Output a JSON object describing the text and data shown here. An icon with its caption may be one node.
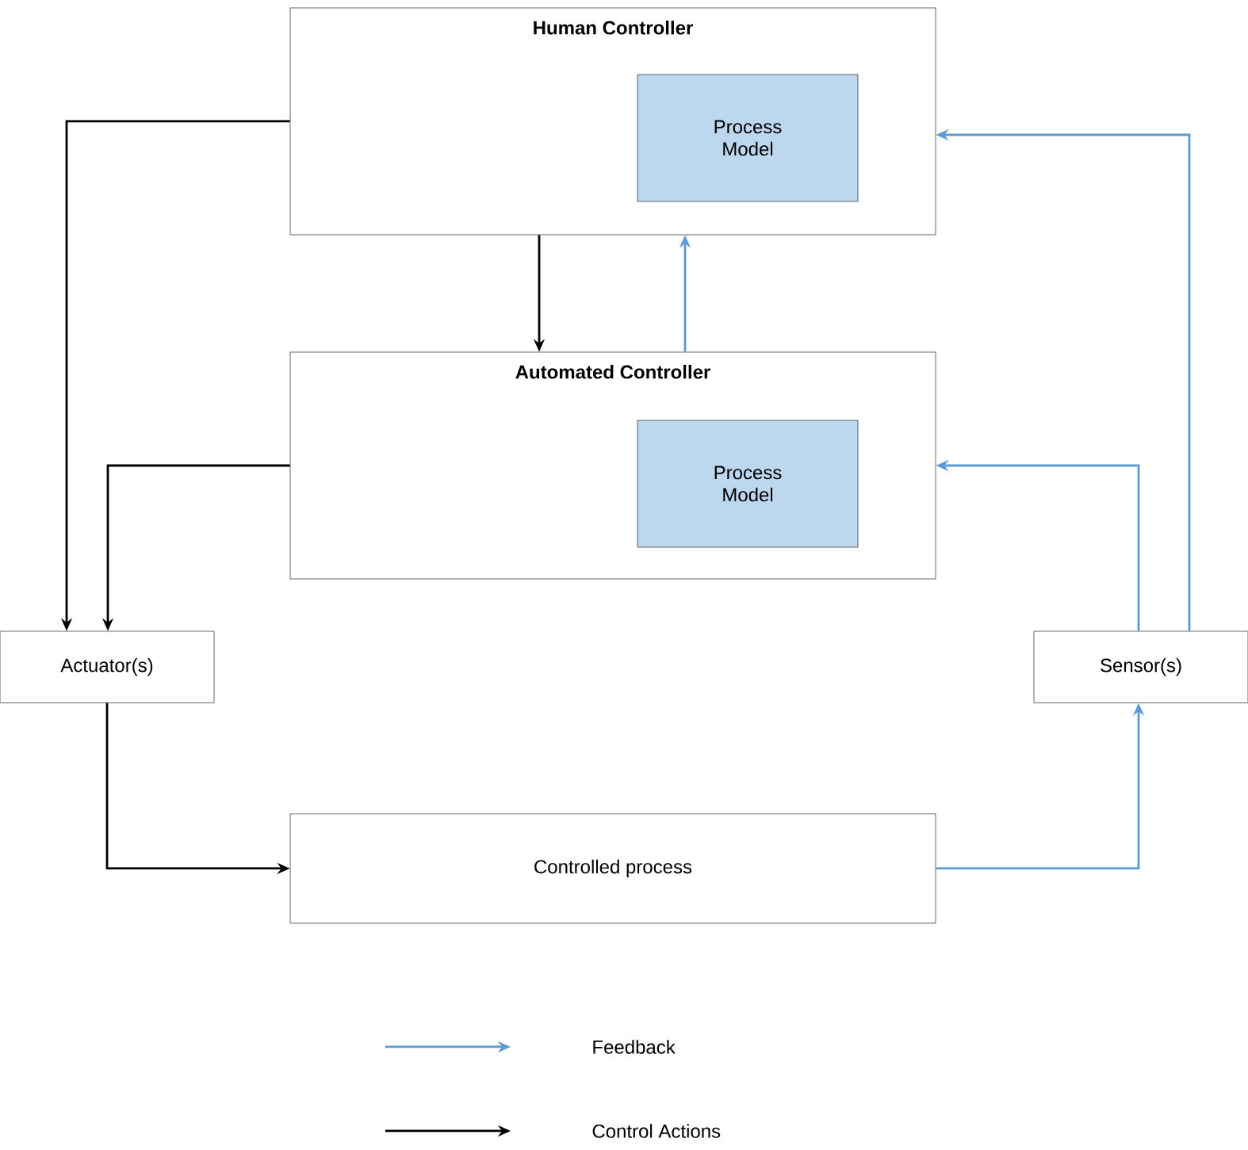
{
  "diagram": {
    "nodes": [
      {
        "text": [
          "Human Controller"
        ]
      },
      {
        "text": [
          "Process Model"
        ],
        "in": 0
      },
      {
        "text": [
          "Automated Controller"
        ]
      },
      {
        "text": [
          "Process Model"
        ],
        "in": 2
      },
      {
        "text": [
          "Actuator(s)"
        ]
      },
      {
        "text": [
          "Sensor(s)"
        ]
      },
      {
        "text": [
          "Controlled process"
        ]
      }
    ],
    "edges": [
      {
        "from": 0,
        "to": 4,
        "arrow": "to"
      },
      {
        "from": 2,
        "to": 4,
        "arrow": "to"
      },
      {
        "from": 0,
        "to": 2,
        "arrow": "to"
      },
      {
        "from": 2,
        "to": 0,
        "arrow": "to",
        "color": "#5b9bd5"
      },
      {
        "from": 5,
        "to": 0,
        "arrow": "to",
        "color": "#5b9bd5"
      },
      {
        "from": 5,
        "to": 2,
        "arrow": "to",
        "color": "#5b9bd5"
      },
      {
        "from": 4,
        "to": 6,
        "arrow": "to"
      },
      {
        "from": 6,
        "to": 5,
        "arrow": "to",
        "color": "#5b9bd5"
      }
    ],
    "legend": [
      {
        "text": "Feedback"
      },
      {
        "text": "Control Actions"
      }
    ]
  }
}
